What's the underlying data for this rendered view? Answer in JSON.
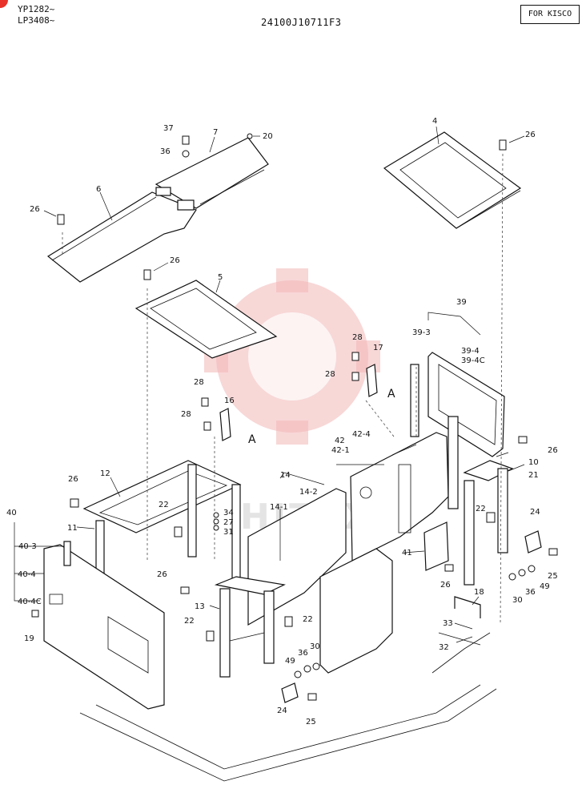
{
  "header": {
    "serial_a": "YP1282~",
    "serial_b": "LP3408~",
    "drawing_number": "24100J10711F3",
    "for_label": "FOR KISCO"
  },
  "watermark": {
    "text": "HITEX",
    "color": "#f3b6b6"
  },
  "parts": [
    "37",
    "36",
    "7",
    "20",
    "4",
    "26",
    "6",
    "26",
    "26",
    "5",
    "39",
    "39-3",
    "39-4",
    "39-4C",
    "28",
    "17",
    "28",
    "A",
    "28",
    "16",
    "28",
    "A",
    "42",
    "42-1",
    "42-4",
    "26",
    "10",
    "21",
    "12",
    "14",
    "14-2",
    "14-1",
    "26",
    "22",
    "34",
    "27",
    "31",
    "40",
    "11",
    "40-3",
    "40-4",
    "40-4C",
    "19",
    "26",
    "13",
    "22",
    "22",
    "41",
    "22",
    "24",
    "25",
    "30",
    "36",
    "49",
    "26",
    "18",
    "33",
    "32",
    "49",
    "36",
    "30",
    "24",
    "25"
  ]
}
